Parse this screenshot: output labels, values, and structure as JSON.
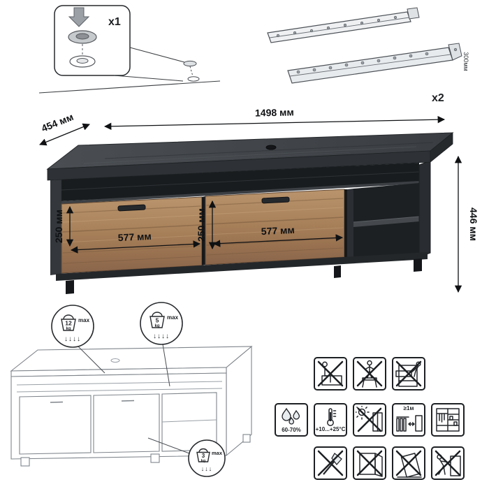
{
  "colors": {
    "carcass_dark": "#34383c",
    "front_wood": "#a8815a",
    "line": "#0f1113"
  },
  "hardware": {
    "foot": {
      "count": "x1"
    },
    "slides": {
      "count": "x2",
      "length": "300мм"
    }
  },
  "dimensions": {
    "width": "1498 мм",
    "depth": "454 мм",
    "height": "446 мм",
    "drawer1_height": "250 мм",
    "drawer2_height": "250 мм",
    "drawer1_width": "577 мм",
    "drawer2_width": "577 мм"
  },
  "load_limits": {
    "top": {
      "value": "12",
      "unit": "kg",
      "note": "max",
      "arrows": "↓↓↓↓"
    },
    "shelf": {
      "value": "5",
      "unit": "kg",
      "note": "max",
      "arrows": "↓↓↓↓"
    },
    "drawer": {
      "value": "3",
      "unit": "kg",
      "note": "max",
      "arrows": "↓↓↓"
    }
  },
  "care": {
    "humidity": "60-70%",
    "temperature": "+10...+25°С",
    "distance": "≥1м"
  }
}
